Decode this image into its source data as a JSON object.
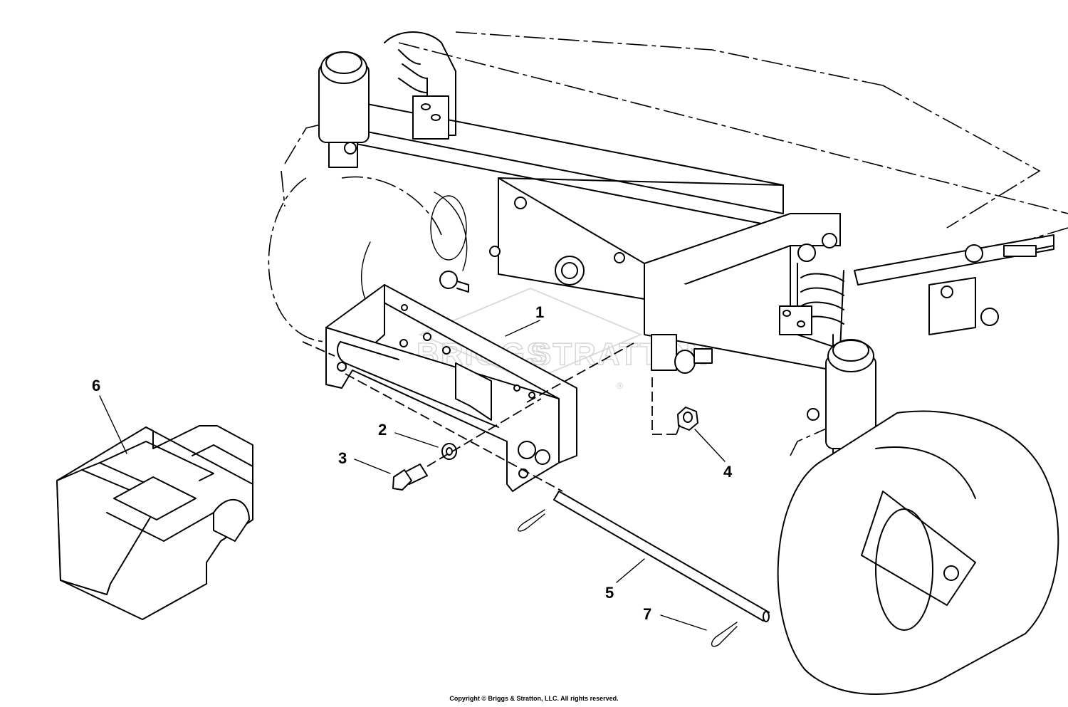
{
  "callouts": [
    {
      "id": "1",
      "label": "1"
    },
    {
      "id": "2",
      "label": "2"
    },
    {
      "id": "3",
      "label": "3"
    },
    {
      "id": "4",
      "label": "4"
    },
    {
      "id": "5",
      "label": "5"
    },
    {
      "id": "6",
      "label": "6"
    },
    {
      "id": "7",
      "label": "7"
    }
  ],
  "watermark": {
    "text_left": "BRIGGS",
    "text_right": "STRATTON",
    "mark": "®"
  },
  "footer": {
    "copyright": "Copyright © Briggs & Stratton, LLC. All rights reserved."
  }
}
